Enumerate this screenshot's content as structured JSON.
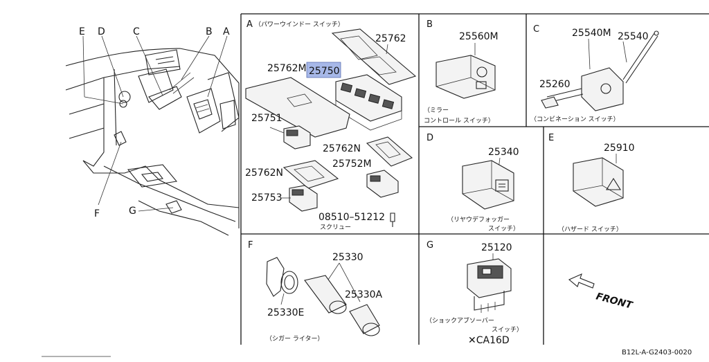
{
  "overview": {
    "callouts": [
      "E",
      "D",
      "C",
      "B",
      "A",
      "F",
      "G"
    ]
  },
  "sections": {
    "A": {
      "letter": "A",
      "caption": "（パワーウインドー スイッチ）",
      "parts": {
        "p25762": "25762",
        "p25762M": "25762M",
        "p25750": "25750",
        "p25751": "25751",
        "p25762N_1": "25762N",
        "p25752M": "25752M",
        "p25762N_2": "25762N",
        "p25753": "25753",
        "p08510": "08510–51212",
        "screw": "スクリュー"
      }
    },
    "B": {
      "letter": "B",
      "part": "25560M",
      "caption_1": "（ミラー",
      "caption_2": "コントロール スイッチ）"
    },
    "C": {
      "letter": "C",
      "part_1": "25540M",
      "part_2": "25540",
      "part_3": "25260",
      "caption": "（コンビネーション スイッチ）"
    },
    "D": {
      "letter": "D",
      "part": "25340",
      "caption_1": "（リヤウデフォッガー",
      "caption_2": "スイッチ）"
    },
    "E": {
      "letter": "E",
      "part": "25910",
      "caption": "（ハザード スイッチ）"
    },
    "F": {
      "letter": "F",
      "part_1": "25330",
      "part_2": "25330A",
      "part_3": "25330E",
      "caption": "（シガー ライター）"
    },
    "G": {
      "letter": "G",
      "part": "25120",
      "caption_1": "（ショックアブソーバー",
      "caption_2": "スイッチ）",
      "note": "✕CA16D"
    }
  },
  "front_label": "FRONT",
  "footer_code": "B12L-A-G2403-0020",
  "colors": {
    "highlight": "#a7b8e8",
    "ink": "#111111"
  }
}
